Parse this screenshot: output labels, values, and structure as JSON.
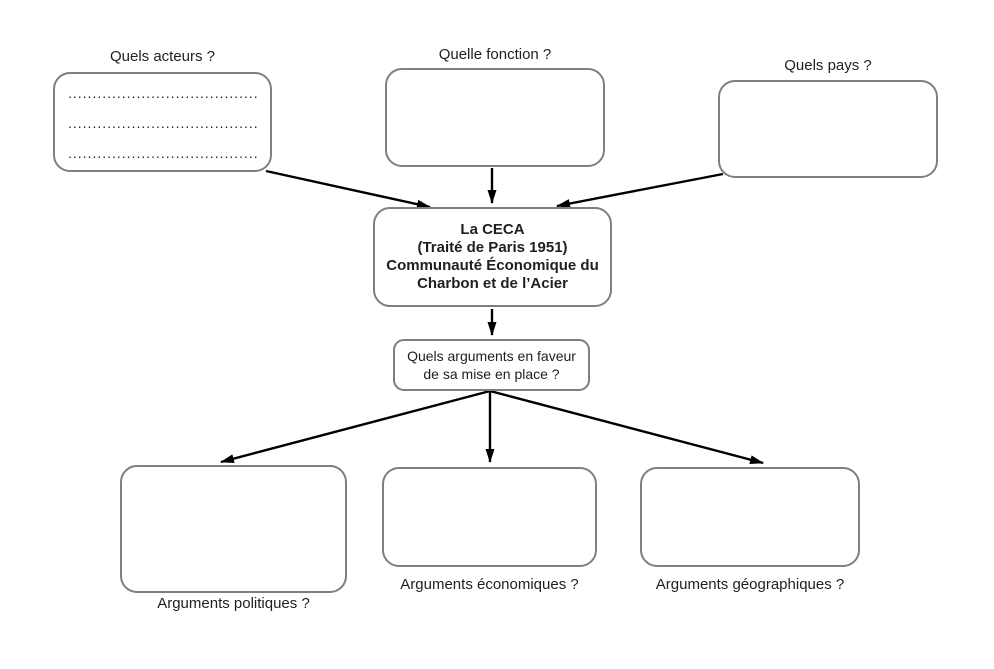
{
  "colors": {
    "box_border": "#7f7f7f",
    "arrow": "#000000",
    "text": "#1f1f1f",
    "background": "#ffffff"
  },
  "nodes": {
    "acteurs": {
      "label": "Quels acteurs ?",
      "dots": "............................................................"
    },
    "fonction": {
      "label": "Quelle fonction ?"
    },
    "pays": {
      "label": "Quels pays ?"
    },
    "ceca": {
      "lines": [
        "La CECA",
        "(Traité de Paris 1951)",
        "Communauté Économique du",
        "Charbon et de l’Acier"
      ]
    },
    "arguments": {
      "lines": [
        "Quels arguments en faveur",
        "de sa mise en place ?"
      ]
    },
    "politiques": {
      "label": "Arguments politiques ?"
    },
    "economiques": {
      "label": "Arguments économiques ?"
    },
    "geographiques": {
      "label": "Arguments géographiques ?"
    }
  },
  "connections": [
    {
      "from": "acteurs",
      "to": "ceca"
    },
    {
      "from": "fonction",
      "to": "ceca"
    },
    {
      "from": "pays",
      "to": "ceca"
    },
    {
      "from": "ceca",
      "to": "arguments"
    },
    {
      "from": "arguments",
      "to": "politiques"
    },
    {
      "from": "arguments",
      "to": "economiques"
    },
    {
      "from": "arguments",
      "to": "geographiques"
    }
  ]
}
